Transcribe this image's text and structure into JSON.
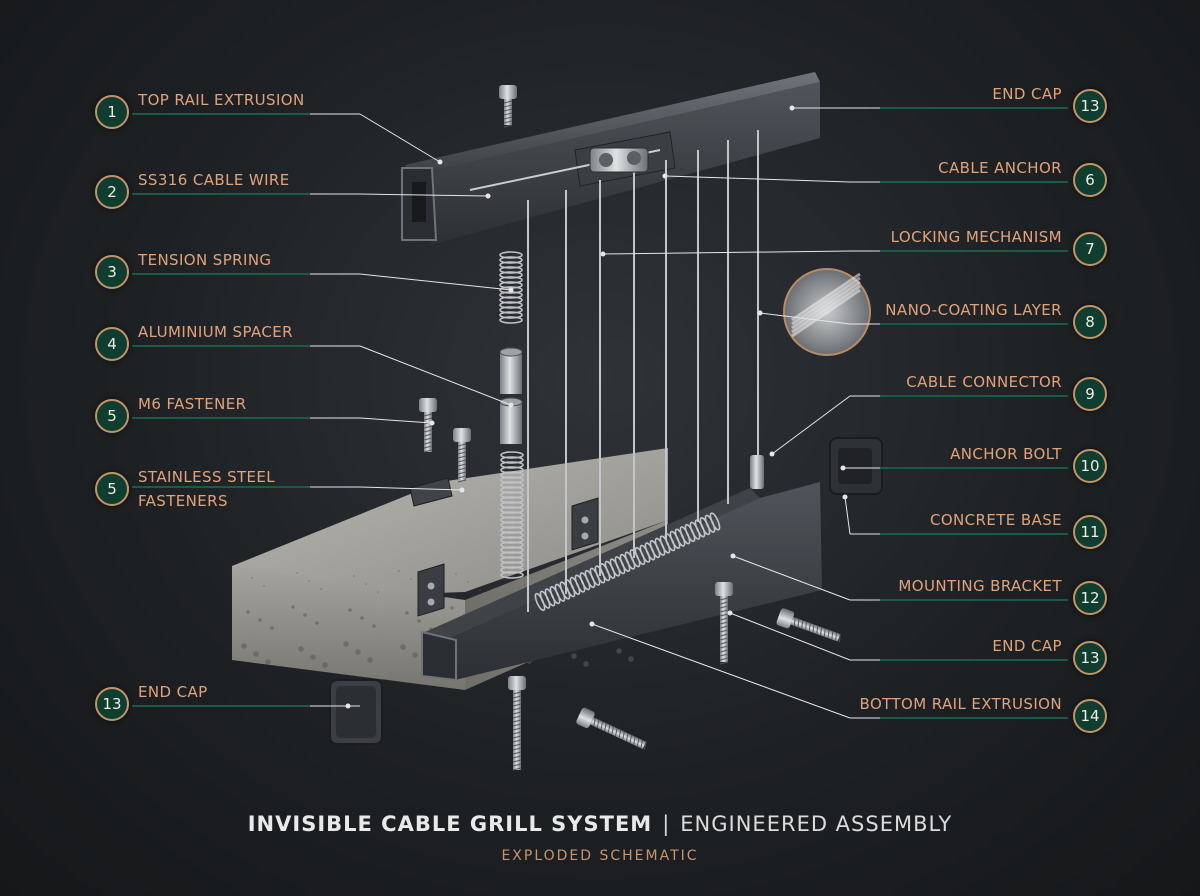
{
  "title": {
    "main": "INVISIBLE CABLE GRILL SYSTEM",
    "separator": "|",
    "secondary": "ENGINEERED ASSEMBLY",
    "subtitle": "EXPLODED SCHEMATIC"
  },
  "colors": {
    "label_text": "#e2a27a",
    "badge_fill": "#0f3e30",
    "badge_ring": "#c59466",
    "leader_line": "#e6e6e6",
    "leader_accent": "#1d5a45",
    "background": "#1e2124"
  },
  "callouts_left": [
    {
      "number": "1",
      "lines": [
        "TOP RAIL EXTRUSION"
      ]
    },
    {
      "number": "2",
      "lines": [
        "SS316 CABLE WIRE"
      ]
    },
    {
      "number": "3",
      "lines": [
        "TENSION SPRING"
      ]
    },
    {
      "number": "4",
      "lines": [
        "ALUMINIUM SPACER"
      ]
    },
    {
      "number": "5",
      "lines": [
        "M6 FASTENER"
      ]
    },
    {
      "number": "5",
      "lines": [
        "STAINLESS STEEL",
        "FASTENERS"
      ]
    },
    {
      "number": "13",
      "lines": [
        "END CAP"
      ]
    }
  ],
  "callouts_right": [
    {
      "number": "13",
      "lines": [
        "END CAP"
      ]
    },
    {
      "number": "6",
      "lines": [
        "CABLE ANCHOR"
      ]
    },
    {
      "number": "7",
      "lines": [
        "LOCKING MECHANISM"
      ]
    },
    {
      "number": "8",
      "lines": [
        "NANO-COATING LAYER"
      ]
    },
    {
      "number": "9",
      "lines": [
        "CABLE CONNECTOR"
      ]
    },
    {
      "number": "10",
      "lines": [
        "ANCHOR BOLT"
      ]
    },
    {
      "number": "11",
      "lines": [
        "CONCRETE BASE"
      ]
    },
    {
      "number": "12",
      "lines": [
        "MOUNTING BRACKET"
      ]
    },
    {
      "number": "13",
      "lines": [
        "END CAP"
      ]
    },
    {
      "number": "14",
      "lines": [
        "BOTTOM RAIL EXTRUSION"
      ]
    }
  ],
  "parts": [
    "top-rail",
    "bottom-rail",
    "concrete-base",
    "cable",
    "tension-spring",
    "spacer",
    "fastener",
    "anchor-bolt",
    "end-cap",
    "cable-connector",
    "cable-anchor",
    "mounting-bracket",
    "nano-coating-magnifier"
  ]
}
